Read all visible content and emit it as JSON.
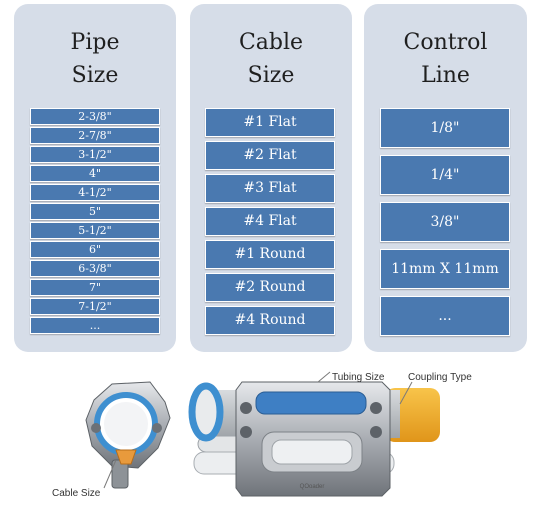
{
  "panels": {
    "pipe": {
      "title_line1": "Pipe",
      "title_line2": "Size",
      "items": [
        "2-3/8\"",
        "2-7/8\"",
        "3-1/2\"",
        "4\"",
        "4-1/2\"",
        "5\"",
        "5-1/2\"",
        "6\"",
        "6-3/8\"",
        "7\"",
        "7-1/2\"",
        "..."
      ]
    },
    "cable": {
      "title_line1": "Cable",
      "title_line2": "Size",
      "items": [
        "#1 Flat",
        "#2 Flat",
        "#3 Flat",
        "#4 Flat",
        "#1 Round",
        "#2 Round",
        "#4 Round"
      ]
    },
    "control": {
      "title_line1": "Control",
      "title_line2": "Line",
      "items": [
        "1/8\"",
        "1/4\"",
        "3/8\"",
        "11mm X 11mm",
        "..."
      ]
    }
  },
  "illustration": {
    "label_tubing": "Tubing Size",
    "label_coupling": "Coupling Type",
    "label_cable": "Cable Size",
    "brand": "QOoader"
  }
}
